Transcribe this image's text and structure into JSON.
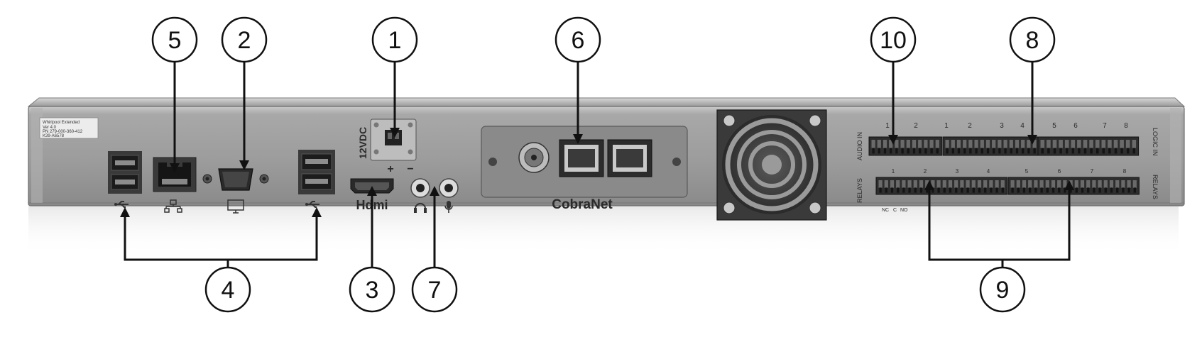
{
  "callouts": [
    "1",
    "2",
    "3",
    "4",
    "5",
    "6",
    "7",
    "8",
    "9",
    "10"
  ],
  "panel": {
    "power_label": "12VDC",
    "power_plus": "+",
    "power_minus": "−",
    "hdmi_label": "Hdmi",
    "cobranet_label": "CobraNet",
    "audio_in_label": "AUDIO IN",
    "logic_in_label": "LOGIC IN",
    "relays_label_left": "RELAYS",
    "relays_label_right": "RELAYS",
    "audio_channels": [
      "1",
      "2"
    ],
    "logic_channels": [
      "1",
      "2",
      "3",
      "4",
      "5",
      "6",
      "7",
      "8"
    ],
    "relay_channels_left": [
      "1",
      "2",
      "3",
      "4"
    ],
    "relay_channels_right": [
      "5",
      "6",
      "7",
      "8"
    ],
    "relay_pin_labels": [
      "NC",
      "C",
      "NO"
    ],
    "sticker_lines": [
      "Whirlpool Extended",
      "Ver 4.0",
      "PN 279-000-360-412",
      "K39-A6578"
    ]
  },
  "icons": {
    "usb": "usb-icon",
    "network": "network-icon",
    "monitor": "monitor-icon",
    "headphone": "headphone-icon",
    "microphone": "microphone-icon",
    "fan": "fan-icon"
  }
}
